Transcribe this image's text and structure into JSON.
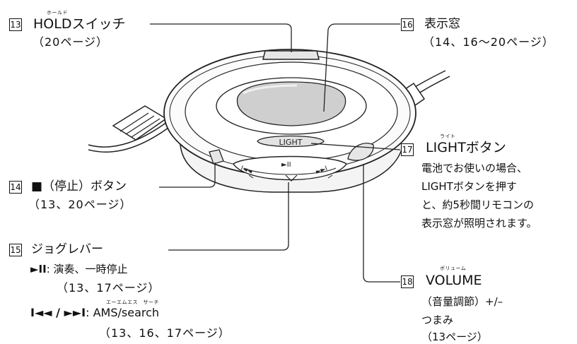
{
  "callouts": {
    "c13": {
      "number": "13",
      "ruby": "ホールド",
      "title": "HOLDスイッチ",
      "pages": "（20ページ）"
    },
    "c14": {
      "number": "14",
      "title": "■（停止）ボタン",
      "pages": "（13、20ページ）"
    },
    "c15": {
      "number": "15",
      "title": "ジョグレバー",
      "items": [
        {
          "symbol": "►II",
          "text": ": 演奏、一時停止",
          "pages": "（13、17ページ）"
        },
        {
          "symbol": "I◄◄ / ►►I",
          "ruby": "エーエムエス　サーチ",
          "text": ": AMS/search",
          "pages": "（13、16、17ページ）"
        }
      ]
    },
    "c16": {
      "number": "16",
      "title": "表示窓",
      "pages": "（14、16～20ページ）"
    },
    "c17": {
      "number": "17",
      "ruby": "ライト",
      "title": "LIGHTボタン",
      "description": [
        "電池でお使いの場合、",
        "LIGHTボタンを押す",
        "と、約5秒間リモコンの",
        "表示窓が照明されます。"
      ]
    },
    "c18": {
      "number": "18",
      "ruby": "ボリューム",
      "title": "VOLUME",
      "lines": [
        "（音量調節）+/–",
        "つまみ",
        "（13ページ）"
      ]
    }
  },
  "device": {
    "light_button_label": "LIGHT"
  }
}
